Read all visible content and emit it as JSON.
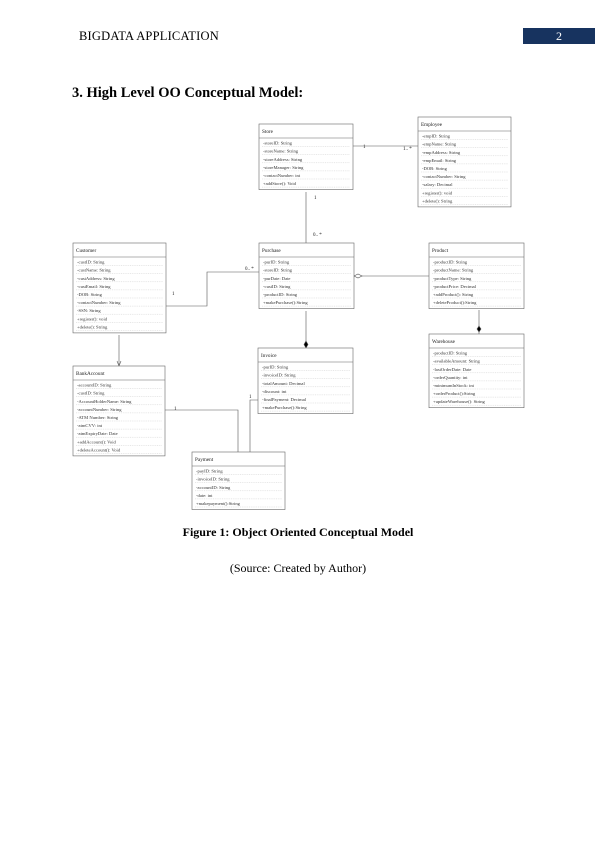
{
  "header": {
    "title": "BIGDATA APPLICATION",
    "page_number": "2"
  },
  "section": {
    "heading": "3. High Level OO Conceptual Model:"
  },
  "diagram": {
    "classes": [
      {
        "id": "store",
        "name": "Store",
        "attributes": [
          "-storeID: String",
          "-storeName: String",
          "-storeAddress: String",
          "-storeManager: String",
          "-contactNumber: int",
          "+addStore(): Void"
        ]
      },
      {
        "id": "employee",
        "name": "Employee",
        "attributes": [
          "-empID: String",
          "-empName: String",
          "-empAddress: String",
          "-empEmail: String",
          "-DOB: String",
          "-contactNumber: String",
          "-salary: Decimal",
          "+register(): void",
          "+delete(): String"
        ]
      },
      {
        "id": "customer",
        "name": "Customer",
        "attributes": [
          "-custID: String",
          "-custName: String",
          "-custAddress: String",
          "-custEmail: String",
          "-DOB: String",
          "-contactNumber: String",
          "-SSN: String",
          "+register(): void",
          "+delete(): String"
        ]
      },
      {
        "id": "purchase",
        "name": "Purchase",
        "attributes": [
          "-purID: String",
          "-storeID: String",
          "-purDate: Date",
          "-custID: String",
          "-productID: String",
          "+makePurchase():String"
        ]
      },
      {
        "id": "product",
        "name": "Product",
        "attributes": [
          "-productID: String",
          "-productName: String",
          "-productType: String",
          "-productPrice: Decimal",
          "+addProduct(): String",
          "+deleteProduct():String"
        ]
      },
      {
        "id": "warehouse",
        "name": "Warehouse",
        "attributes": [
          "-productID: String",
          "-availableAmount: String",
          "-lastOrderDate: Date",
          "-orderQuantity: int",
          "-minimumInStock: int",
          "+orderProduct():String",
          "+updateWarehouse(): String"
        ]
      },
      {
        "id": "invoice",
        "name": "Invoice",
        "attributes": [
          "-purID: String",
          "-invoiceID: String",
          "-totalAmount: Decimal",
          "-discount: int",
          "-finalPayment: Decimal",
          "+makePurchase():String"
        ]
      },
      {
        "id": "bankaccount",
        "name": "BankAccount",
        "attributes": [
          "-accountID: String",
          "-custID: String",
          "-AccountHolderName: String",
          "-accountNumber: String",
          "-ATM Number: String",
          "-atmCVV: int",
          "-atmExpiryDate: Date",
          "+addAccount(): Void",
          "+deleteAccount(): Void"
        ]
      },
      {
        "id": "payment",
        "name": "Payment",
        "attributes": [
          "-payID: String",
          "-invoiceID: String",
          "-accountID: String",
          "-date: int",
          "+makepayment():String"
        ]
      }
    ],
    "multiplicities": [
      "1",
      "1.. *",
      "1",
      "0.. *",
      "0.. *",
      "1",
      "1",
      "1"
    ]
  },
  "figure": {
    "caption": "Figure 1: Object Oriented Conceptual Model",
    "source": "(Source: Created by Author)"
  }
}
